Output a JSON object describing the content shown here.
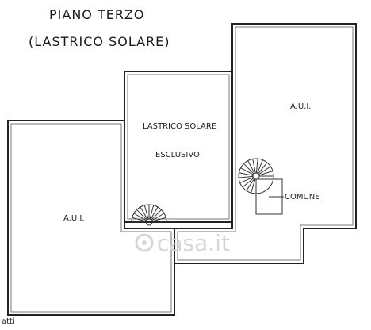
{
  "title": {
    "line1": "PIANO TERZO",
    "line2": "(LASTRICO SOLARE)"
  },
  "rooms": {
    "aui_left": "A.U.I.",
    "aui_right": "A.U.I.",
    "lastrico_line1": "LASTRICO SOLARE",
    "lastrico_line2": "ESCLUSIVO",
    "comune": "COMUNE"
  },
  "watermark": "casa.it",
  "footer": "atti"
}
